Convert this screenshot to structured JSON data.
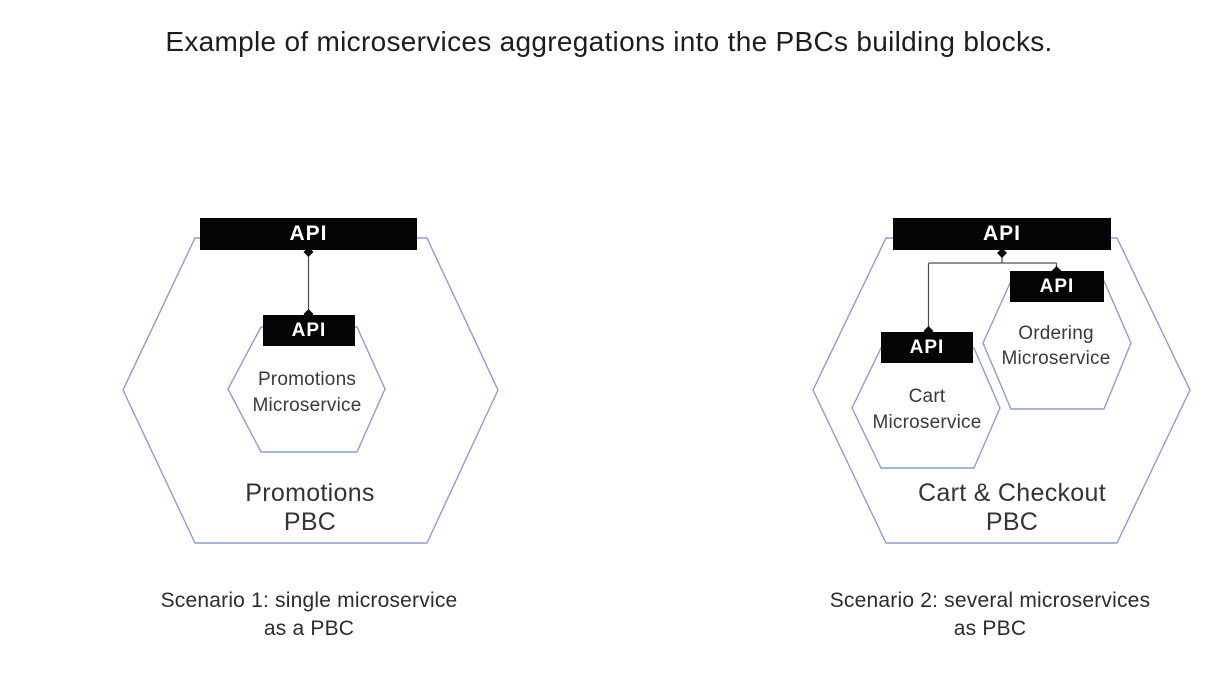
{
  "title": "Example of microservices aggregations into the PBCs building blocks.",
  "colors": {
    "hexagon_stroke": "#8d9bd8",
    "api_bar_background": "#050505",
    "api_bar_text": "#ffffff",
    "label_text": "#3a3a3a",
    "background": "#ffffff"
  },
  "scenario1": {
    "pbc_api_label": "API",
    "pbc_name": [
      "Promotions",
      "PBC"
    ],
    "microservice_api_label": "API",
    "microservice_name": [
      "Promotions",
      "Microservice"
    ],
    "caption": [
      "Scenario 1: single microservice",
      "as a PBC"
    ]
  },
  "scenario2": {
    "pbc_api_label": "API",
    "pbc_name": [
      "Cart & Checkout",
      "PBC"
    ],
    "cart_api_label": "API",
    "cart_name": [
      "Cart",
      "Microservice"
    ],
    "ordering_api_label": "API",
    "ordering_name": [
      "Ordering",
      "Microservice"
    ],
    "caption": [
      "Scenario 2: several microservices",
      "as PBC"
    ]
  }
}
